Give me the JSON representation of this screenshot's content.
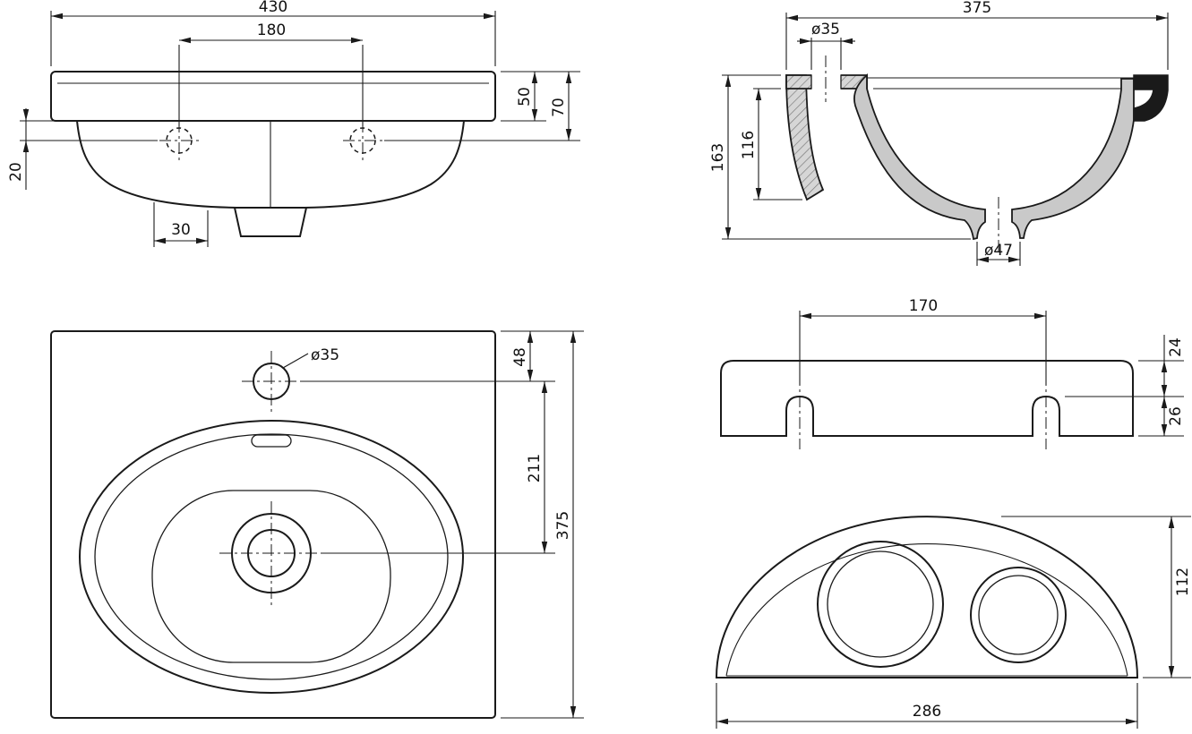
{
  "front_view": {
    "overall_width": "430",
    "tap_hole_spacing": "180",
    "rim_height": "50",
    "height_to_hole_axis": "70",
    "hole_axis_drop": "20",
    "drain_offset": "30"
  },
  "section_view": {
    "overall_depth": "375",
    "tap_hole_dia": "ø35",
    "overall_height": "163",
    "basin_inner_height": "116",
    "drain_dia": "ø47"
  },
  "plan_view": {
    "tap_hole_dia": "ø35",
    "edge_to_tap_hole": "48",
    "tap_hole_to_drain": "211",
    "overall_depth": "375"
  },
  "rail_view": {
    "slot_spacing": "170",
    "top_to_slot": "24",
    "slot_height": "26"
  },
  "cover_view": {
    "height": "112",
    "width": "286"
  }
}
